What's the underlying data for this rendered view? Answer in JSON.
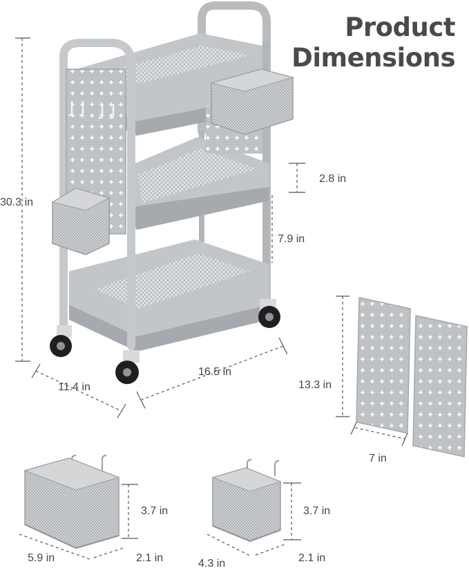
{
  "title": {
    "line1": "Product",
    "line2": "Dimensions"
  },
  "dimensions": {
    "cart_height": "30.3 in",
    "shelf_depth": "2.8 in",
    "shelf_spacing": "7.9 in",
    "cart_length": "16.5 in",
    "cart_width": "11.4 in",
    "pegboard_height": "13.3 in",
    "pegboard_width": "7 in",
    "large_basket_height": "3.7 in",
    "large_basket_length": "5.9 in",
    "large_basket_width": "2.1 in",
    "small_basket_height": "3.7 in",
    "small_basket_length": "4.3 in",
    "small_basket_width": "2.1 in"
  },
  "colors": {
    "metal": "#b9bcbf",
    "metal_dark": "#9a9ea2",
    "metal_light": "#d4d6d8",
    "dimension_line": "#555555",
    "title": "#4a4a4a"
  }
}
